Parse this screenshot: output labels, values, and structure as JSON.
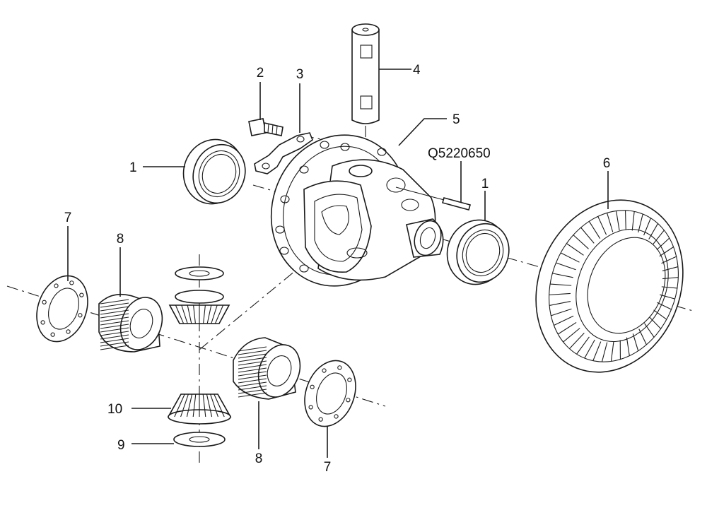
{
  "diagram": {
    "reference_code": "Q5220650",
    "callouts": [
      "1",
      "2",
      "3",
      "4",
      "5",
      "1",
      "6",
      "7",
      "8",
      "9",
      "10",
      "8",
      "7"
    ]
  },
  "colors": {
    "line": "#1a1a1a",
    "background": "#ffffff"
  }
}
